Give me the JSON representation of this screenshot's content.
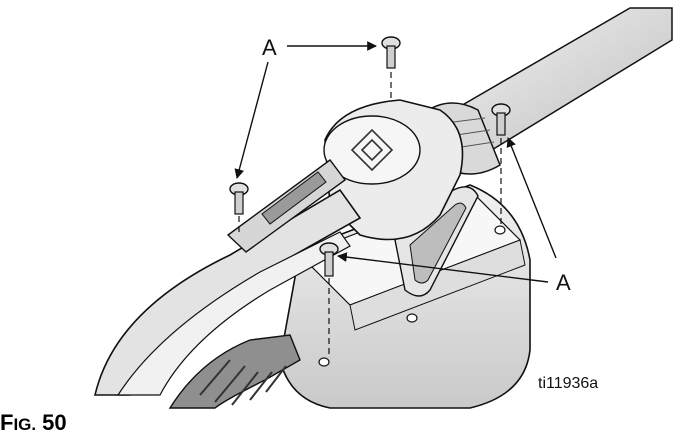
{
  "callouts": {
    "top_left": "A",
    "bottom_right": "A"
  },
  "reference_id": "ti11936a",
  "caption": {
    "prefix_large": "F",
    "prefix_small": "IG.",
    "number": "50"
  },
  "colors": {
    "line": "#111111",
    "body_light": "#e9e9e9",
    "body_mid": "#cfcfcf",
    "body_dark": "#8c8c8c"
  }
}
